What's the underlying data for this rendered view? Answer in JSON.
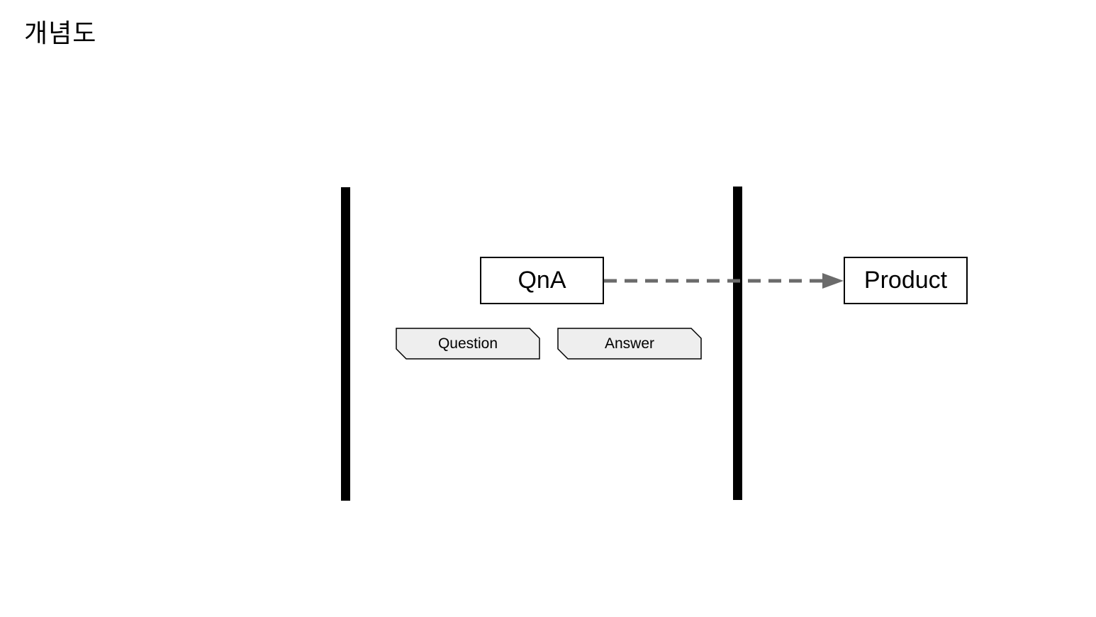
{
  "title": "개념도",
  "entities": {
    "qna": "QnA",
    "product": "Product"
  },
  "tags": {
    "question": "Question",
    "answer": "Answer"
  },
  "colors": {
    "arrow": "#6b6b6b",
    "tag_fill": "#eeeeee",
    "divider": "#000000"
  }
}
